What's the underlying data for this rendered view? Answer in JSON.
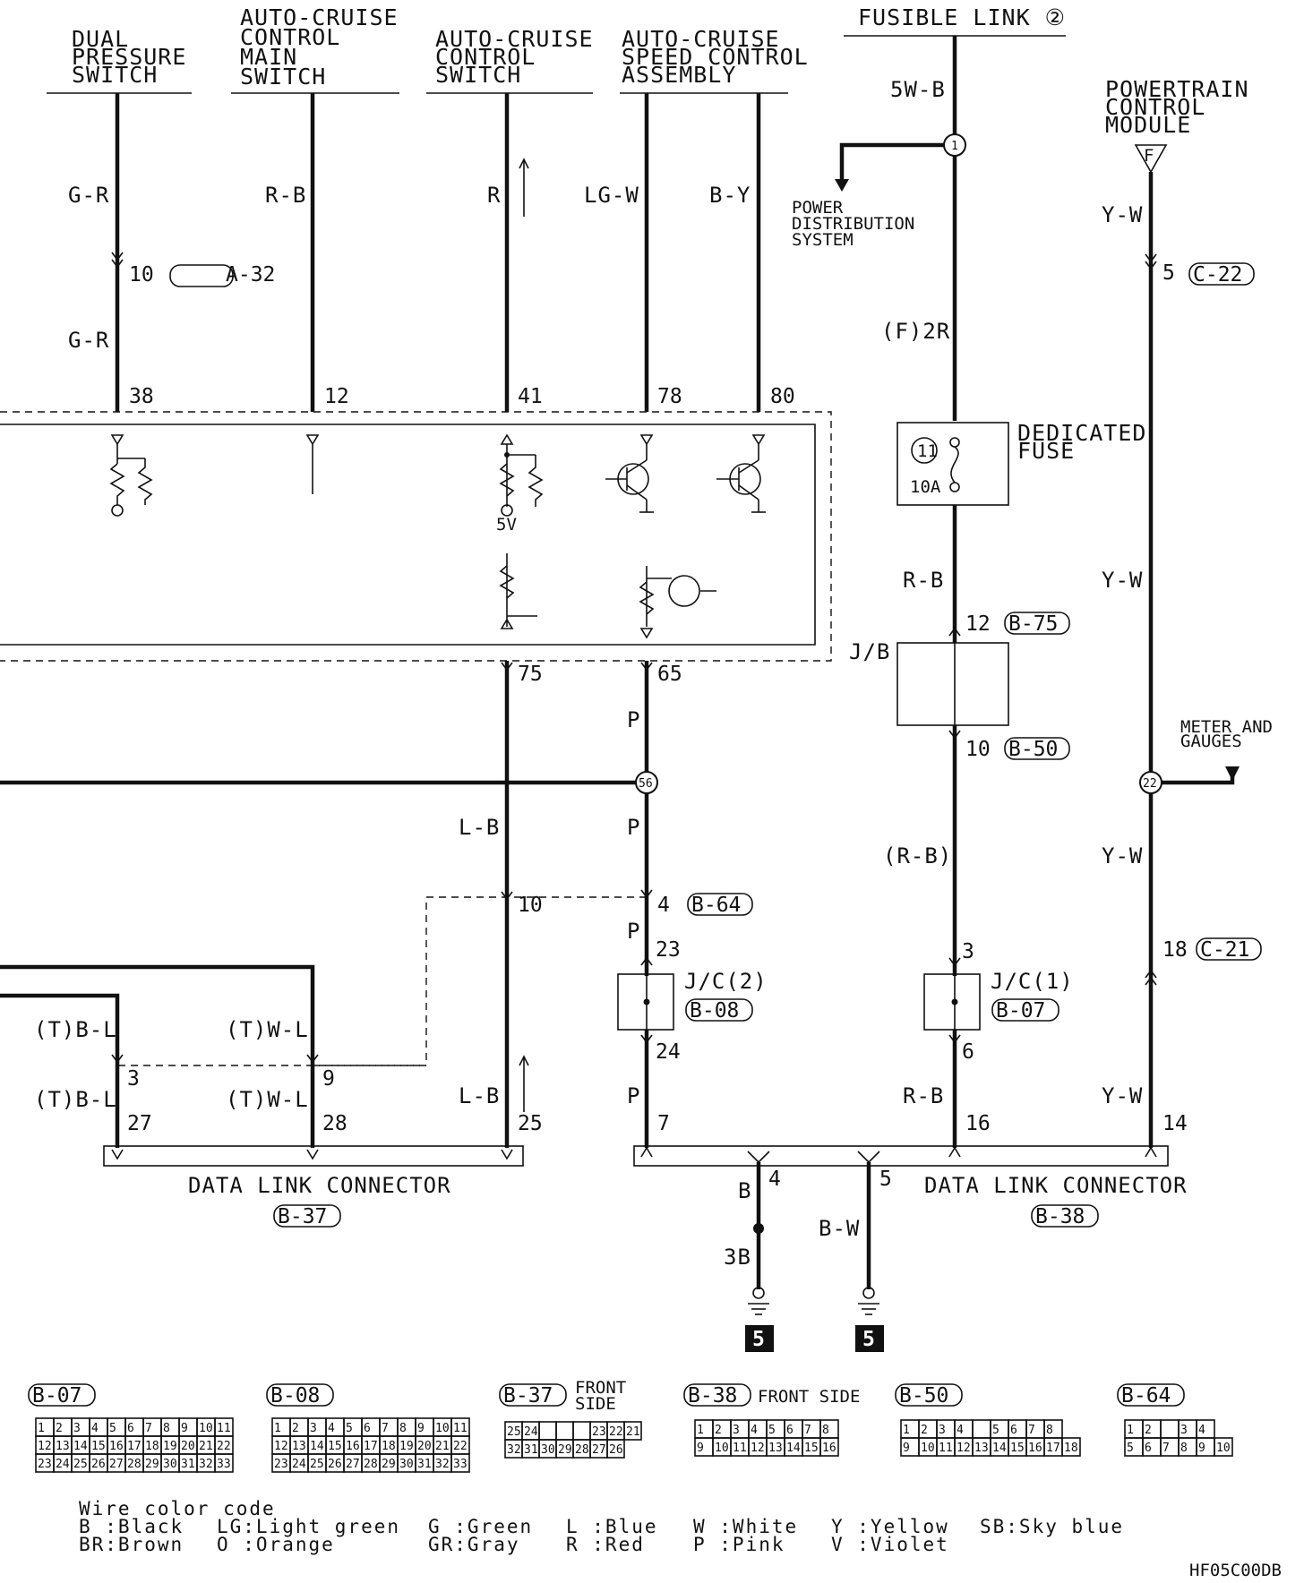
{
  "components": {
    "dual_pressure_switch": [
      "DUAL",
      "PRESSURE",
      "SWITCH"
    ],
    "cruise_main_switch": [
      "AUTO-CRUISE",
      "CONTROL",
      "MAIN",
      "SWITCH"
    ],
    "cruise_control_switch": [
      "AUTO-CRUISE",
      "CONTROL",
      "SWITCH"
    ],
    "cruise_speed_control": [
      "AUTO-CRUISE",
      "SPEED CONTROL",
      "ASSEMBLY"
    ],
    "fusible_link": "FUSIBLE LINK ②",
    "powertrain_module": [
      "POWERTRAIN",
      "CONTROL",
      "MODULE"
    ],
    "power_distribution": [
      "POWER",
      "DISTRIBUTION",
      "SYSTEM"
    ],
    "dedicated_fuse": [
      "DEDICATED",
      "FUSE"
    ],
    "meter_gauges": [
      "METER AND",
      "GAUGES"
    ],
    "junction_block": "J/B",
    "jc2": "J/C(2)",
    "jc1": "J/C(1)",
    "dlc_left": "DATA LINK CONNECTOR",
    "dlc_right": "DATA LINK CONNECTOR"
  },
  "wires": {
    "gr_top": "G-R",
    "gr_bottom": "G-R",
    "rb_main": "R-B",
    "r": "R",
    "lgw": "LG-W",
    "by": "B-Y",
    "fivewb": "5W-B",
    "f2r": "(F)2R",
    "rb_fuse": "R-B",
    "rb_paren": "(R-B)",
    "rb_bottom": "R-B",
    "yw_1": "Y-W",
    "yw_2": "Y-W",
    "yw_3": "Y-W",
    "yw_4": "Y-W",
    "p_1": "P",
    "p_2": "P",
    "p_3": "P",
    "p_4": "P",
    "lb_1": "L-B",
    "lb_2": "L-B",
    "tbl_1": "(T)B-L",
    "tbl_2": "(T)B-L",
    "twl_1": "(T)W-L",
    "twl_2": "(T)W-L",
    "b": "B",
    "bw": "B-W",
    "threeb": "3B"
  },
  "pins": {
    "p10a": "10",
    "p38": "38",
    "p12": "12",
    "p41": "41",
    "p78": "78",
    "p80": "80",
    "p75": "75",
    "p65": "65",
    "p10b": "10",
    "p4a": "4",
    "p23": "23",
    "p24": "24",
    "p7": "7",
    "p3a": "3",
    "p9": "9",
    "p27": "27",
    "p28": "28",
    "p25": "25",
    "p5a": "5",
    "p12b": "12",
    "p10c": "10",
    "p3b": "3",
    "p6": "6",
    "p16": "16",
    "p18": "18",
    "p14": "14",
    "p4b": "4",
    "p5b": "5"
  },
  "connector_refs": {
    "a32": "A-32",
    "c22": "C-22",
    "b75": "B-75",
    "b50": "B-50",
    "b64": "B-64",
    "b08": "B-08",
    "b07": "B-07",
    "c21": "C-21",
    "b37": "B-37",
    "b38": "B-38"
  },
  "splices": {
    "s1": "1",
    "s56": "56",
    "s22": "22"
  },
  "fuse": {
    "number": "11",
    "rating": "10A"
  },
  "ecu_bias": "5V",
  "pcm_marker": "F",
  "ground_marker": "5",
  "connector_views": {
    "b07": {
      "label": "B-07",
      "row1": [
        "1",
        "2",
        "3",
        "4",
        "5",
        "6",
        "7",
        "8",
        "9",
        "10",
        "11"
      ],
      "row2": [
        "12",
        "13",
        "14",
        "15",
        "16",
        "17",
        "18",
        "19",
        "20",
        "21",
        "22"
      ],
      "row3": [
        "23",
        "24",
        "25",
        "26",
        "27",
        "28",
        "29",
        "30",
        "31",
        "32",
        "33"
      ]
    },
    "b08": {
      "label": "B-08",
      "row1": [
        "1",
        "2",
        "3",
        "4",
        "5",
        "6",
        "7",
        "8",
        "9",
        "10",
        "11"
      ],
      "row2": [
        "12",
        "13",
        "14",
        "15",
        "16",
        "17",
        "18",
        "19",
        "20",
        "21",
        "22"
      ],
      "row3": [
        "23",
        "24",
        "25",
        "26",
        "27",
        "28",
        "29",
        "30",
        "31",
        "32",
        "33"
      ]
    },
    "b37": {
      "label": "B-37",
      "side": [
        "FRONT",
        "SIDE"
      ],
      "row1": [
        "25",
        "24",
        "",
        "",
        "",
        "23",
        "22",
        "21"
      ],
      "row2": [
        "32",
        "31",
        "30",
        "29",
        "28",
        "27",
        "26"
      ]
    },
    "b38": {
      "label": "B-38",
      "side": "FRONT SIDE",
      "row1": [
        "1",
        "2",
        "3",
        "4",
        "5",
        "6",
        "7",
        "8"
      ],
      "row2": [
        "9",
        "10",
        "11",
        "12",
        "13",
        "14",
        "15",
        "16"
      ]
    },
    "b50": {
      "label": "B-50",
      "row1": [
        "1",
        "2",
        "3",
        "4",
        "",
        "5",
        "6",
        "7",
        "8"
      ],
      "row2": [
        "9",
        "10",
        "11",
        "12",
        "13",
        "14",
        "15",
        "16",
        "17",
        "18"
      ]
    },
    "b64": {
      "label": "B-64",
      "row1": [
        "1",
        "2",
        "",
        "3",
        "4"
      ],
      "row2": [
        "5",
        "6",
        "7",
        "8",
        "9",
        "10"
      ]
    }
  },
  "color_code": {
    "title": "Wire color code",
    "row1": [
      "B :Black",
      "LG:Light green",
      "G :Green",
      "L :Blue",
      "W :White",
      "Y :Yellow",
      "SB:Sky blue"
    ],
    "row2": [
      "BR:Brown",
      "O :Orange",
      "GR:Gray",
      "R :Red",
      "P :Pink",
      "V :Violet"
    ]
  },
  "figure_code": "HF05C00DB"
}
